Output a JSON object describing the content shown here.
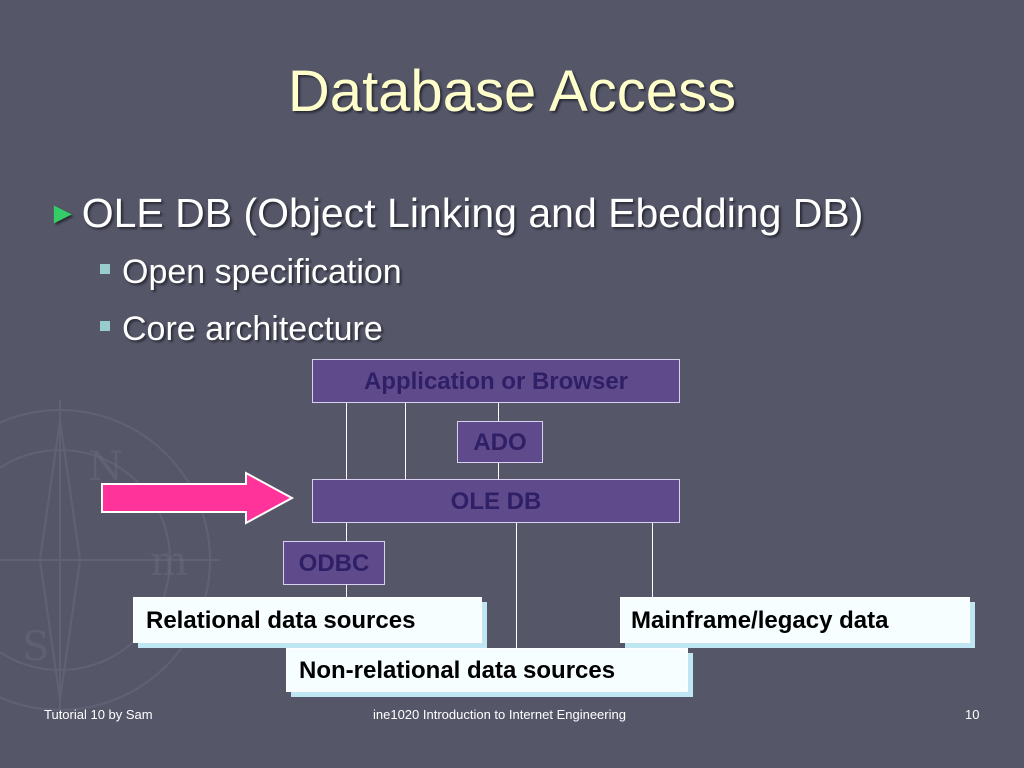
{
  "title": "Database Access",
  "bullets": {
    "main": "OLE DB (Object Linking and Ebedding DB)",
    "sub": [
      "Open specification",
      "Core architecture"
    ]
  },
  "diagram": {
    "app": "Application or Browser",
    "ado": "ADO",
    "oledb": "OLE DB",
    "odbc": "ODBC",
    "relational": "Relational data sources",
    "mainframe": "Mainframe/legacy data",
    "nonrelational": "Non-relational data sources"
  },
  "footer": {
    "left": "Tutorial 10 by Sam",
    "center": "ine1020 Introduction to Internet Engineering",
    "page": "10"
  },
  "colors": {
    "background": "#555769",
    "title": "#FFFFCC",
    "box_purple": "#5F4B8B",
    "box_text": "#2F1F66",
    "arrow": "#FF3399",
    "bullet_marker": "#33CC66"
  },
  "icons": [
    "bullet-arrow-icon",
    "square-bullet-icon",
    "pink-arrow-icon",
    "compass-watermark-icon"
  ]
}
